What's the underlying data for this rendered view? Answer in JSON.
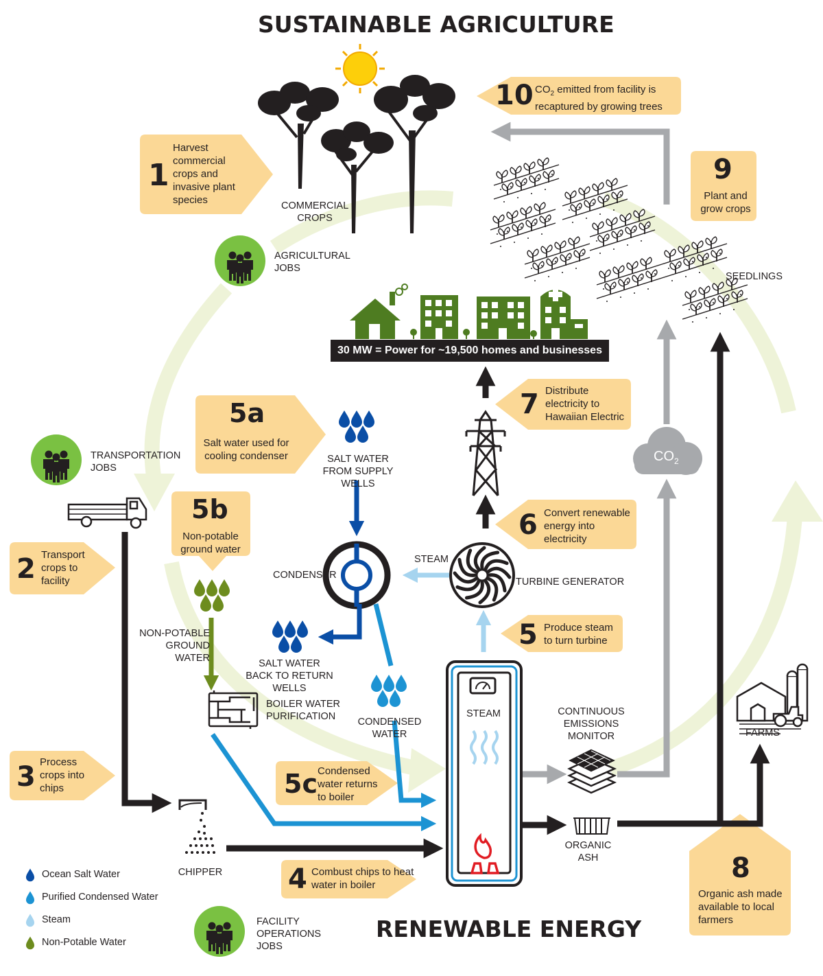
{
  "titles": {
    "top": "SUSTAINABLE AGRICULTURE",
    "bottom": "RENEWABLE ENERGY"
  },
  "colors": {
    "callout": "#fbd896",
    "arrow_black": "#231f20",
    "arrow_gray": "#a7a9ac",
    "ocean_salt_water": "#0a4ea6",
    "purified_condensed_water": "#1c93d3",
    "steam": "#a6d4ef",
    "non_potable_water": "#6d8c1e",
    "jobs_circle": "#7ac142",
    "cycle_ring": "#eef3d8",
    "buildings": "#4e7c21"
  },
  "steps": {
    "s1": {
      "number": "1",
      "text": "Harvest commercial crops and invasive plant species"
    },
    "s2": {
      "number": "2",
      "text": "Transport crops to facility"
    },
    "s3": {
      "number": "3",
      "text": "Process crops into chips"
    },
    "s4": {
      "number": "4",
      "text": "Combust chips to heat water in boiler"
    },
    "s5": {
      "number": "5",
      "text": "Produce steam to turn turbine"
    },
    "s5a": {
      "number": "5a",
      "text": "Salt water used for cooling condenser"
    },
    "s5b": {
      "number": "5b",
      "text": "Non-potable ground water"
    },
    "s5c": {
      "number": "5c",
      "text": "Condensed water returns to boiler"
    },
    "s6": {
      "number": "6",
      "text": "Convert renewable energy into electricity"
    },
    "s7": {
      "number": "7",
      "text": "Distribute electricity to Hawaiian Electric"
    },
    "s8": {
      "number": "8",
      "text": "Organic ash made available to local farmers"
    },
    "s9": {
      "number": "9",
      "text": "Plant and grow crops"
    },
    "s10": {
      "number": "10",
      "text_prefix": "CO",
      "text_sub": "2",
      "text_suffix": " emitted from facility is recaptured by growing trees"
    }
  },
  "labels": {
    "commercial_crops": "COMMERCIAL CROPS",
    "agricultural_jobs": "AGRICULTURAL JOBS",
    "transportation_jobs": "TRANSPORTATION JOBS",
    "facility_jobs": "FACILITY OPERATIONS JOBS",
    "seedlings": "SEEDLINGS",
    "banner": "30 MW = Power for ~19,500 homes and businesses",
    "salt_water_supply": "SALT WATER FROM SUPPLY WELLS",
    "condenser": "CONDENSER",
    "steam_arrow": "STEAM",
    "turbine": "TURBINE GENERATOR",
    "salt_water_return": "SALT WATER BACK TO RETURN WELLS",
    "non_potable_ground_water": "NON-POTABLE GROUND WATER",
    "boiler_purification": "BOILER WATER PURIFICATION",
    "condensed_water": "CONDENSED WATER",
    "boiler_steam": "STEAM",
    "cems": "CONTINUOUS EMISSIONS MONITOR",
    "farms": "FARMS",
    "organic_ash": "ORGANIC ASH",
    "chipper": "CHIPPER",
    "co2_prefix": "CO",
    "co2_sub": "2"
  },
  "legend": [
    {
      "label": "Ocean Salt Water",
      "color": "#0a4ea6"
    },
    {
      "label": "Purified Condensed Water",
      "color": "#1c93d3"
    },
    {
      "label": "Steam",
      "color": "#a6d4ef"
    },
    {
      "label": "Non-Potable Water",
      "color": "#6d8c1e"
    }
  ],
  "icons": [
    "sun-icon",
    "tree-icon",
    "jobs-people-icon",
    "truck-icon",
    "chipper-icon",
    "water-drops-icon",
    "condenser-icon",
    "turbine-icon",
    "boiler-icon",
    "gauge-icon",
    "flame-icon",
    "emissions-monitor-icon",
    "ash-bin-icon",
    "farm-barn-icon",
    "tractor-icon",
    "seedling-icon",
    "co2-cloud-icon",
    "transmission-tower-icon",
    "house-icon",
    "office-building-icon",
    "hospital-icon",
    "purification-pipes-icon"
  ]
}
